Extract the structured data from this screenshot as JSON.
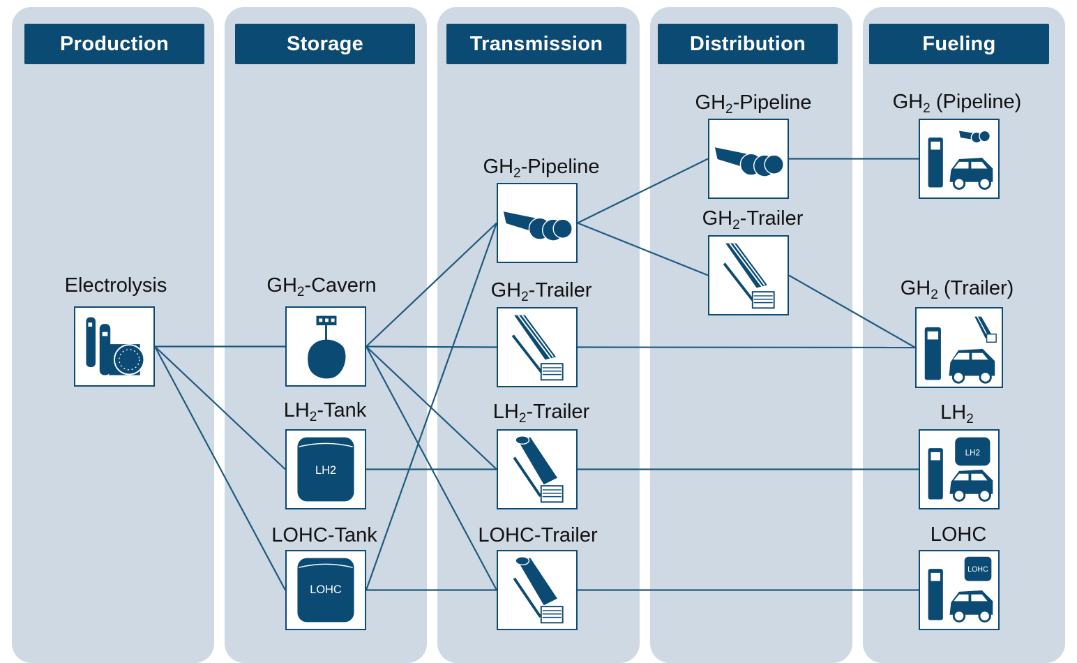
{
  "colors": {
    "panel": "#cfd9e3",
    "header": "#0b4a73",
    "line": "#1d5a80"
  },
  "stages": [
    {
      "title": "Production"
    },
    {
      "title": "Storage"
    },
    {
      "title": "Transmission"
    },
    {
      "title": "Distribution"
    },
    {
      "title": "Fueling"
    }
  ],
  "nodes": {
    "electrolysis": {
      "prefix": "Electrolysis",
      "sub": "",
      "suffix": "",
      "icon": "electrolyzer-icon"
    },
    "gh2_cavern": {
      "prefix": "GH",
      "sub": "2",
      "suffix": "-Cavern",
      "icon": "cavern-icon"
    },
    "lh2_tank": {
      "prefix": "LH",
      "sub": "2",
      "suffix": "-Tank",
      "icon": "tank-icon",
      "tank_text": "LH2"
    },
    "lohc_tank": {
      "prefix": "LOHC-Tank",
      "sub": "",
      "suffix": "",
      "icon": "tank-icon",
      "tank_text": "LOHC"
    },
    "t_gh2_pipeline": {
      "prefix": "GH",
      "sub": "2",
      "suffix": "-Pipeline",
      "icon": "pipeline-icon"
    },
    "t_gh2_trailer": {
      "prefix": "GH",
      "sub": "2",
      "suffix": "-Trailer",
      "icon": "tube-trailer-icon"
    },
    "t_lh2_trailer": {
      "prefix": "LH",
      "sub": "2",
      "suffix": "-Trailer",
      "icon": "tank-trailer-icon"
    },
    "t_lohc_trailer": {
      "prefix": "LOHC-Trailer",
      "sub": "",
      "suffix": "",
      "icon": "tank-trailer-icon"
    },
    "d_gh2_pipeline": {
      "prefix": "GH",
      "sub": "2",
      "suffix": "-Pipeline",
      "icon": "pipeline-icon"
    },
    "d_gh2_trailer": {
      "prefix": "GH",
      "sub": "2",
      "suffix": "-Trailer",
      "icon": "tube-trailer-icon"
    },
    "f_gh2_pipeline": {
      "prefix": "GH",
      "sub": "2",
      "suffix": " (Pipeline)",
      "icon": "fuel-station-pipeline-icon"
    },
    "f_gh2_trailer": {
      "prefix": "GH",
      "sub": "2",
      "suffix": " (Trailer)",
      "icon": "fuel-station-trailer-icon"
    },
    "f_lh2": {
      "prefix": "LH",
      "sub": "2",
      "suffix": "",
      "icon": "fuel-station-tank-icon",
      "tank_text": "LH2"
    },
    "f_lohc": {
      "prefix": "LOHC",
      "sub": "",
      "suffix": "",
      "icon": "fuel-station-tank-icon",
      "tank_text": "LOHC"
    }
  },
  "edges": [
    [
      "electrolysis",
      "gh2_cavern"
    ],
    [
      "electrolysis",
      "lh2_tank"
    ],
    [
      "electrolysis",
      "lohc_tank"
    ],
    [
      "gh2_cavern",
      "t_gh2_pipeline"
    ],
    [
      "gh2_cavern",
      "t_gh2_trailer"
    ],
    [
      "gh2_cavern",
      "t_lh2_trailer"
    ],
    [
      "gh2_cavern",
      "t_lohc_trailer"
    ],
    [
      "lh2_tank",
      "t_lh2_trailer"
    ],
    [
      "lohc_tank",
      "t_gh2_pipeline"
    ],
    [
      "lohc_tank",
      "t_lohc_trailer"
    ],
    [
      "t_gh2_pipeline",
      "d_gh2_pipeline"
    ],
    [
      "t_gh2_pipeline",
      "d_gh2_trailer"
    ],
    [
      "d_gh2_pipeline",
      "f_gh2_pipeline"
    ],
    [
      "d_gh2_trailer",
      "f_gh2_trailer"
    ],
    [
      "t_gh2_trailer",
      "f_gh2_trailer"
    ],
    [
      "t_lh2_trailer",
      "f_lh2"
    ],
    [
      "t_lohc_trailer",
      "f_lohc"
    ]
  ]
}
